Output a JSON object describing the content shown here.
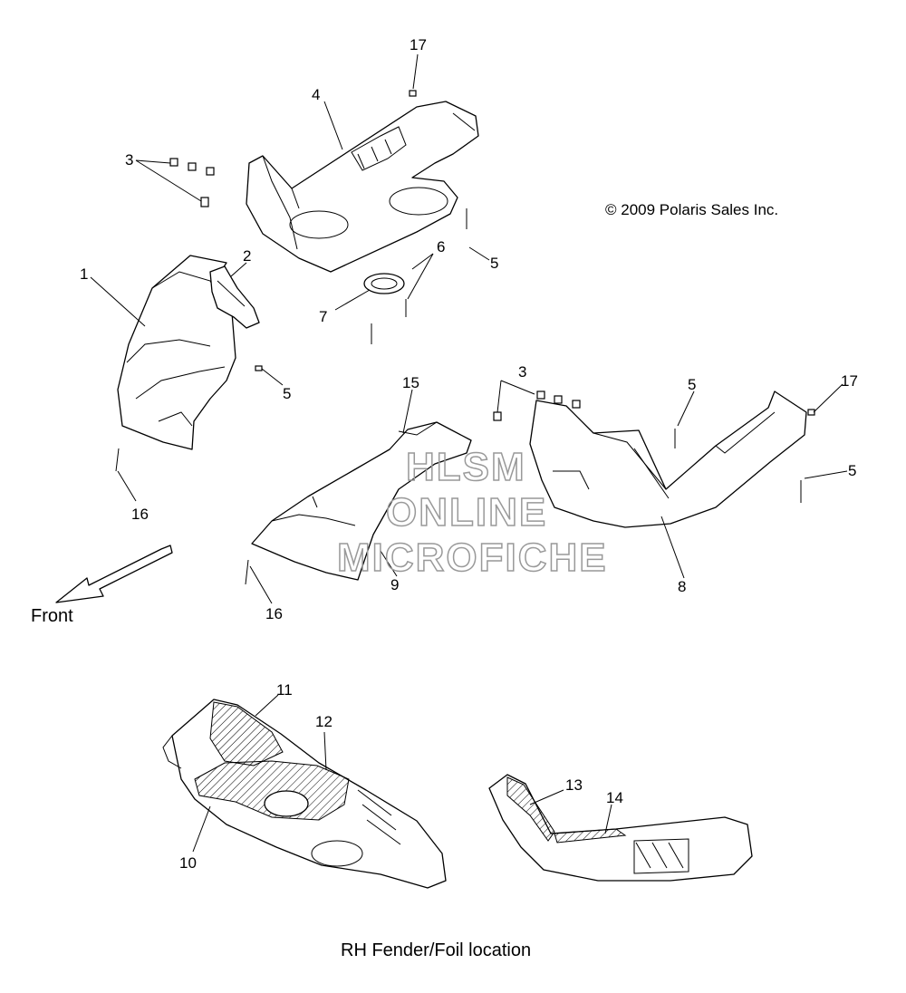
{
  "copyright": "© 2009 Polaris Sales Inc.",
  "watermark": {
    "line1": "HLSM",
    "line2": "ONLINE",
    "line3": "MICROFICHE"
  },
  "front_label": "Front",
  "caption": "RH Fender/Foil location",
  "callouts": {
    "c1": "1",
    "c2": "2",
    "c3a": "3",
    "c3b": "3",
    "c4": "4",
    "c5a": "5",
    "c5b": "5",
    "c5c": "5",
    "c5d": "5",
    "c6": "6",
    "c7": "7",
    "c8": "8",
    "c9": "9",
    "c10": "10",
    "c11": "11",
    "c12": "12",
    "c13": "13",
    "c14": "14",
    "c15": "15",
    "c16a": "16",
    "c16b": "16",
    "c17a": "17",
    "c17b": "17"
  }
}
